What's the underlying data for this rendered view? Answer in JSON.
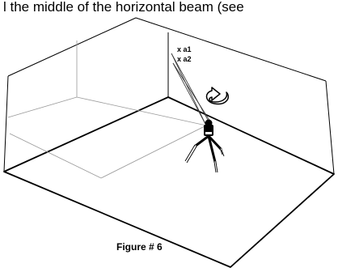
{
  "header": {
    "caption_fragment": "l the middle of the horizontal beam (see"
  },
  "marks": {
    "a1": "x a1",
    "a2": "x a2"
  },
  "figure": {
    "label": "Figure # 6"
  },
  "icons": {
    "rotation": "rotation-arrow-icon",
    "instrument": "tripod-level-icon"
  },
  "colors": {
    "ink": "#000000",
    "light_line": "#9a9a9a",
    "background": "#ffffff"
  }
}
